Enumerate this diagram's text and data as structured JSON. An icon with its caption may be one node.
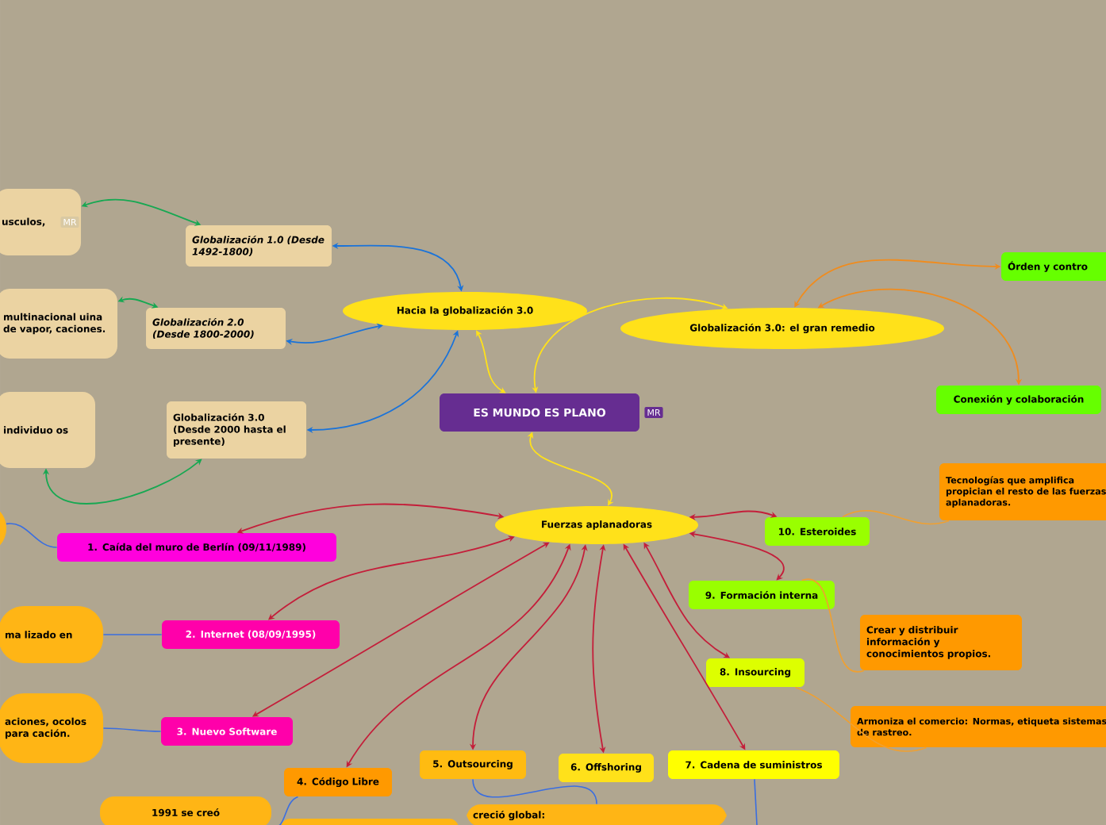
{
  "diagram": {
    "nodes": [
      {
        "text": [
          "ES MUNDO ES PLANO"
        ]
      },
      {
        "text": [
          "Hacia la globalización 3.0"
        ]
      },
      {
        "text": [
          "Globalización 3.0: el gran remedio"
        ]
      },
      {
        "text": [
          "Fuerzas aplanadoras"
        ]
      },
      {
        "text": [
          "Globalización 1.0 (Desde 1492-1800)"
        ]
      },
      {
        "text": [
          "Globalización 2.0 (Desde 1800-2000)"
        ]
      },
      {
        "text": [
          "Globalización 3.0 (Desde 2000 hasta el presente)"
        ]
      },
      {
        "text": [
          "usculos,"
        ]
      },
      {
        "text": [
          "multinacional uina de vapor, caciones."
        ]
      },
      {
        "text": [
          "individuo os"
        ]
      },
      {
        "text": [
          "Órden y contro"
        ]
      },
      {
        "text": [
          "Conexión y colaboración"
        ]
      },
      {
        "text": [
          "10. Esteroides"
        ]
      },
      {
        "text": [
          "Tecnologías que amplifica propician el resto de las fuerzas aplanadoras."
        ]
      },
      {
        "text": [
          "9. Formación interna"
        ]
      },
      {
        "text": [
          "Crear y distribuir información y conocimientos propios."
        ]
      },
      {
        "text": [
          "8. Insourcing"
        ]
      },
      {
        "text": [
          "Armoniza el comercio: Normas, etiqueta sistemas de rastreo."
        ]
      },
      {
        "text": [
          "7. Cadena de suministros"
        ]
      },
      {
        "text": [
          "6. Offshoring"
        ]
      },
      {
        "text": [
          "5. Outsourcing"
        ]
      },
      {
        "text": [
          "4. Código Libre"
        ]
      },
      {
        "text": [
          "3. Nuevo Software"
        ]
      },
      {
        "text": [
          "2. Internet (08/09/1995)"
        ]
      },
      {
        "text": [
          "1. Caída del muro de Berlín (09/11/1989)"
        ]
      },
      {
        "text": [],
        "shape": "circle"
      },
      {
        "text": [
          "ma lizado en"
        ]
      },
      {
        "text": [
          "aciones, ocolos para cación."
        ]
      },
      {
        "text": [
          "1991 se creó"
        ]
      },
      {
        "text": [],
        "shape": "box"
      },
      {
        "text": [
          "creció global:"
        ]
      }
    ],
    "edges": [
      {
        "from": 0,
        "to": 1,
        "arrow": "both",
        "color": "#ffe11a"
      },
      {
        "from": 0,
        "to": 2,
        "arrow": "both",
        "color": "#ffe11a"
      },
      {
        "from": 0,
        "to": 3,
        "arrow": "both",
        "color": "#ffe11a"
      },
      {
        "from": 1,
        "to": 4,
        "arrow": "both",
        "color": "#1a73d9"
      },
      {
        "from": 1,
        "to": 5,
        "arrow": "both",
        "color": "#1a73d9"
      },
      {
        "from": 1,
        "to": 6,
        "arrow": "both",
        "color": "#1a73d9"
      },
      {
        "from": 4,
        "to": 7,
        "arrow": "both",
        "color": "#17a852"
      },
      {
        "from": 5,
        "to": 8,
        "arrow": "both",
        "color": "#17a852"
      },
      {
        "from": 6,
        "to": 9,
        "arrow": "both",
        "color": "#17a852"
      },
      {
        "from": 2,
        "to": 10,
        "arrow": "both",
        "color": "#f08c1e"
      },
      {
        "from": 2,
        "to": 11,
        "arrow": "both",
        "color": "#f08c1e"
      },
      {
        "from": 3,
        "to": 12,
        "arrow": "both"
      },
      {
        "from": 3,
        "to": 14,
        "arrow": "both"
      },
      {
        "from": 3,
        "to": 16,
        "arrow": "both"
      },
      {
        "from": 3,
        "to": 18,
        "arrow": "both"
      },
      {
        "from": 3,
        "to": 19,
        "arrow": "both"
      },
      {
        "from": 3,
        "to": 20,
        "arrow": "both"
      },
      {
        "from": 3,
        "to": 21,
        "arrow": "both"
      },
      {
        "from": 3,
        "to": 22,
        "arrow": "both"
      },
      {
        "from": 3,
        "to": 23,
        "arrow": "both"
      },
      {
        "from": 3,
        "to": 24,
        "arrow": "both"
      },
      {
        "from": 12,
        "to": 13,
        "arrow": "none",
        "color": "#f0a030"
      },
      {
        "from": 14,
        "to": 15,
        "arrow": "none",
        "color": "#f0a030"
      },
      {
        "from": 16,
        "to": 17,
        "arrow": "none",
        "color": "#f0a030"
      },
      {
        "from": 24,
        "to": 25,
        "arrow": "none",
        "color": "#3a6ee0"
      },
      {
        "from": 23,
        "to": 26,
        "arrow": "none",
        "color": "#3a6ee0"
      },
      {
        "from": 22,
        "to": 27,
        "arrow": "none",
        "color": "#3a6ee0"
      },
      {
        "from": 21,
        "to": 28,
        "arrow": "none",
        "color": "#3a6ee0"
      },
      {
        "from": 20,
        "to": 30,
        "arrow": "none",
        "color": "#3a6ee0"
      },
      {
        "from": 18,
        "to": null,
        "arrow": "none",
        "color": "#3a6ee0"
      }
    ],
    "labels": [
      "MR",
      "MR"
    ]
  }
}
